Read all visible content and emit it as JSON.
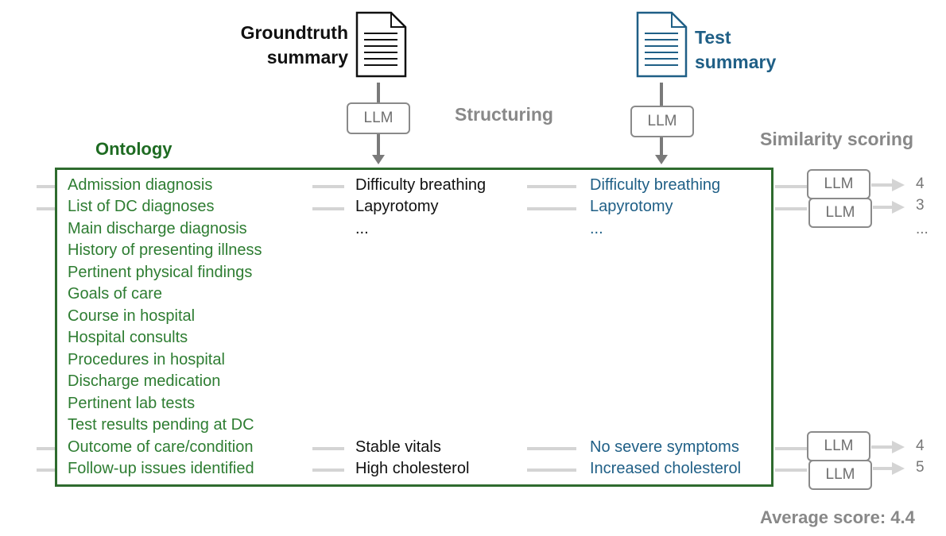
{
  "groundtruth_label": [
    "Groundtruth",
    "summary"
  ],
  "test_label": [
    "Test",
    "summary"
  ],
  "structuring_label": "Structuring",
  "similarity_label": "Similarity scoring",
  "ontology_label": "Ontology",
  "llm_label": "LLM",
  "ontology_items": [
    "Admission diagnosis",
    "List of DC diagnoses",
    "Main discharge diagnosis",
    "History of presenting illness",
    "Pertinent physical findings",
    "Goals of care",
    "Course in hospital",
    "Hospital consults",
    "Procedures in hospital",
    "Discharge medication",
    "Pertinent lab tests",
    "Test results pending at DC",
    "Outcome of care/condition",
    "Follow-up issues identified"
  ],
  "groundtruth_values": [
    "Difficulty breathing",
    "Lapyrotomy",
    "...",
    "Stable vitals",
    "High cholesterol"
  ],
  "test_values": [
    "Difficulty breathing",
    "Lapyrotomy",
    "...",
    "No severe symptoms",
    "Increased cholesterol"
  ],
  "scores": [
    "4",
    "3",
    "...",
    "4",
    "5"
  ],
  "average_score": "Average score: 4.4",
  "colors": {
    "ontology_green": "#2e7d32",
    "test_blue": "#1f5f86",
    "groundtruth_black": "#111111",
    "connector_grey": "#8a8a8a"
  }
}
